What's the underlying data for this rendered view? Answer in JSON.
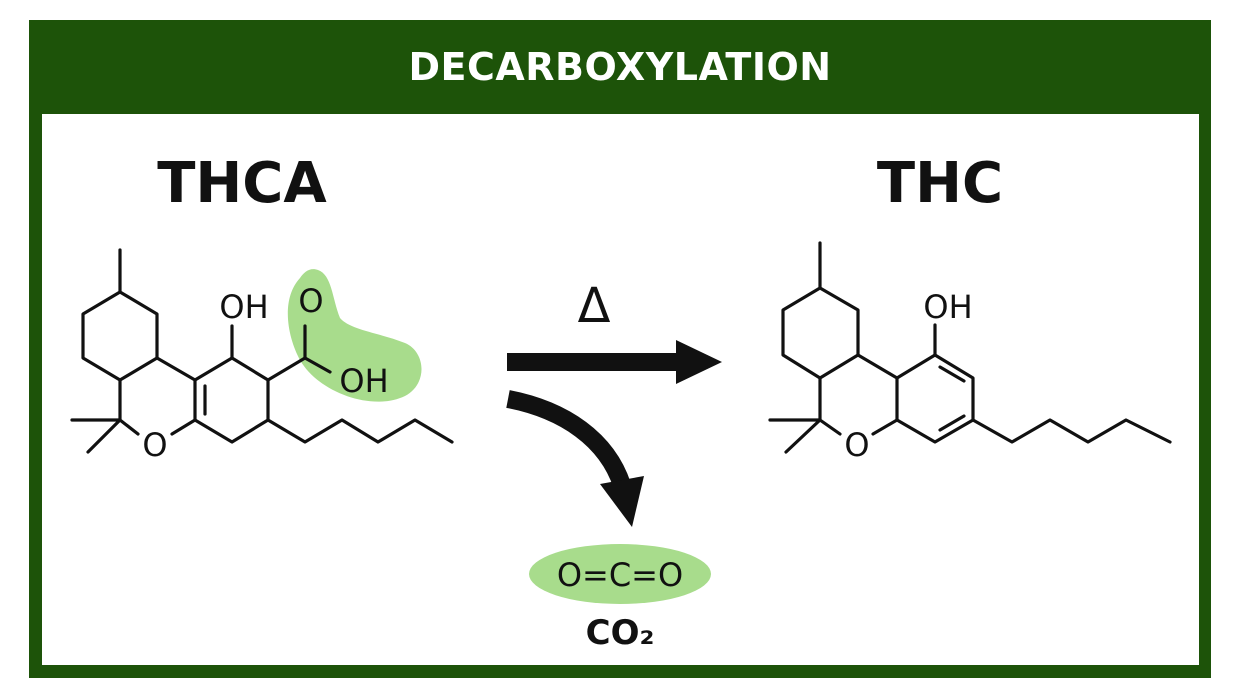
{
  "title": "DECARBOXYLATION",
  "reactant": {
    "label": "THCA",
    "atoms": {
      "hydroxyl": "OH",
      "carbonyl_o": "O",
      "acid_oh": "OH",
      "ring_o": "O"
    }
  },
  "product": {
    "label": "THC",
    "atoms": {
      "hydroxyl": "OH",
      "ring_o": "O"
    }
  },
  "reaction": {
    "condition_symbol": "Δ"
  },
  "byproduct": {
    "formula": "O=C=O",
    "label": "CO₂"
  },
  "colors": {
    "frame": "#1d5309",
    "highlight": "#a8dc8c",
    "ink": "#111111"
  }
}
